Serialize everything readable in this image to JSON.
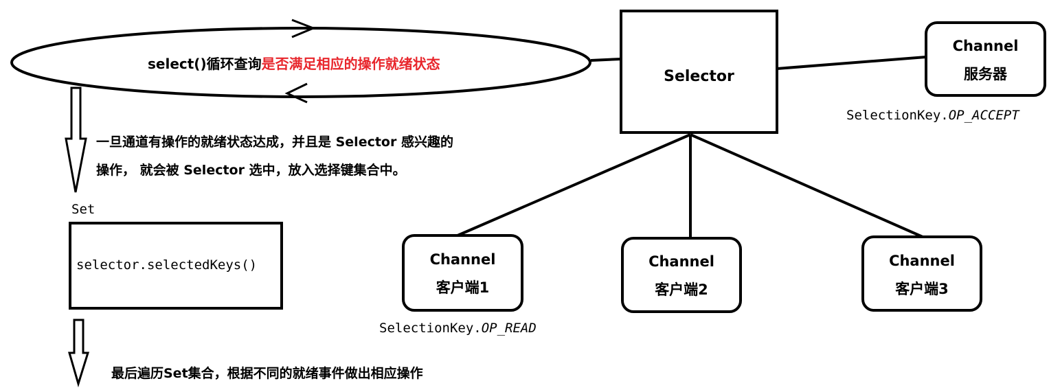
{
  "loop": {
    "text_prefix": "select()循环查询",
    "text_highlight": "是否满足相应的操作就绪状态",
    "highlight_color": "#e8262c"
  },
  "selector": {
    "label": "Selector"
  },
  "server": {
    "line1": "Channel",
    "line2": "服务器",
    "key": "SelectionKey.",
    "key_op": "OP_ACCEPT"
  },
  "clients": [
    {
      "line1": "Channel",
      "line2": "客户端1"
    },
    {
      "line1": "Channel",
      "line2": "客户端2"
    },
    {
      "line1": "Channel",
      "line2": "客户端3"
    }
  ],
  "read_key": {
    "prefix": "SelectionKey.",
    "op": "OP_READ"
  },
  "step1": {
    "line1": "一旦通道有操作的就绪状态达成，并且是 Selector 感兴趣的",
    "line2": "操作， 就会被 Selector 选中，放入选择键集合中。"
  },
  "set": {
    "label": "Set",
    "code": "selector.selectedKeys()"
  },
  "step2": {
    "text": "最后遍历Set集合，根据不同的就绪事件做出相应操作"
  },
  "colors": {
    "line": "#000000",
    "highlight": "#e8262c",
    "background": "#ffffff"
  }
}
